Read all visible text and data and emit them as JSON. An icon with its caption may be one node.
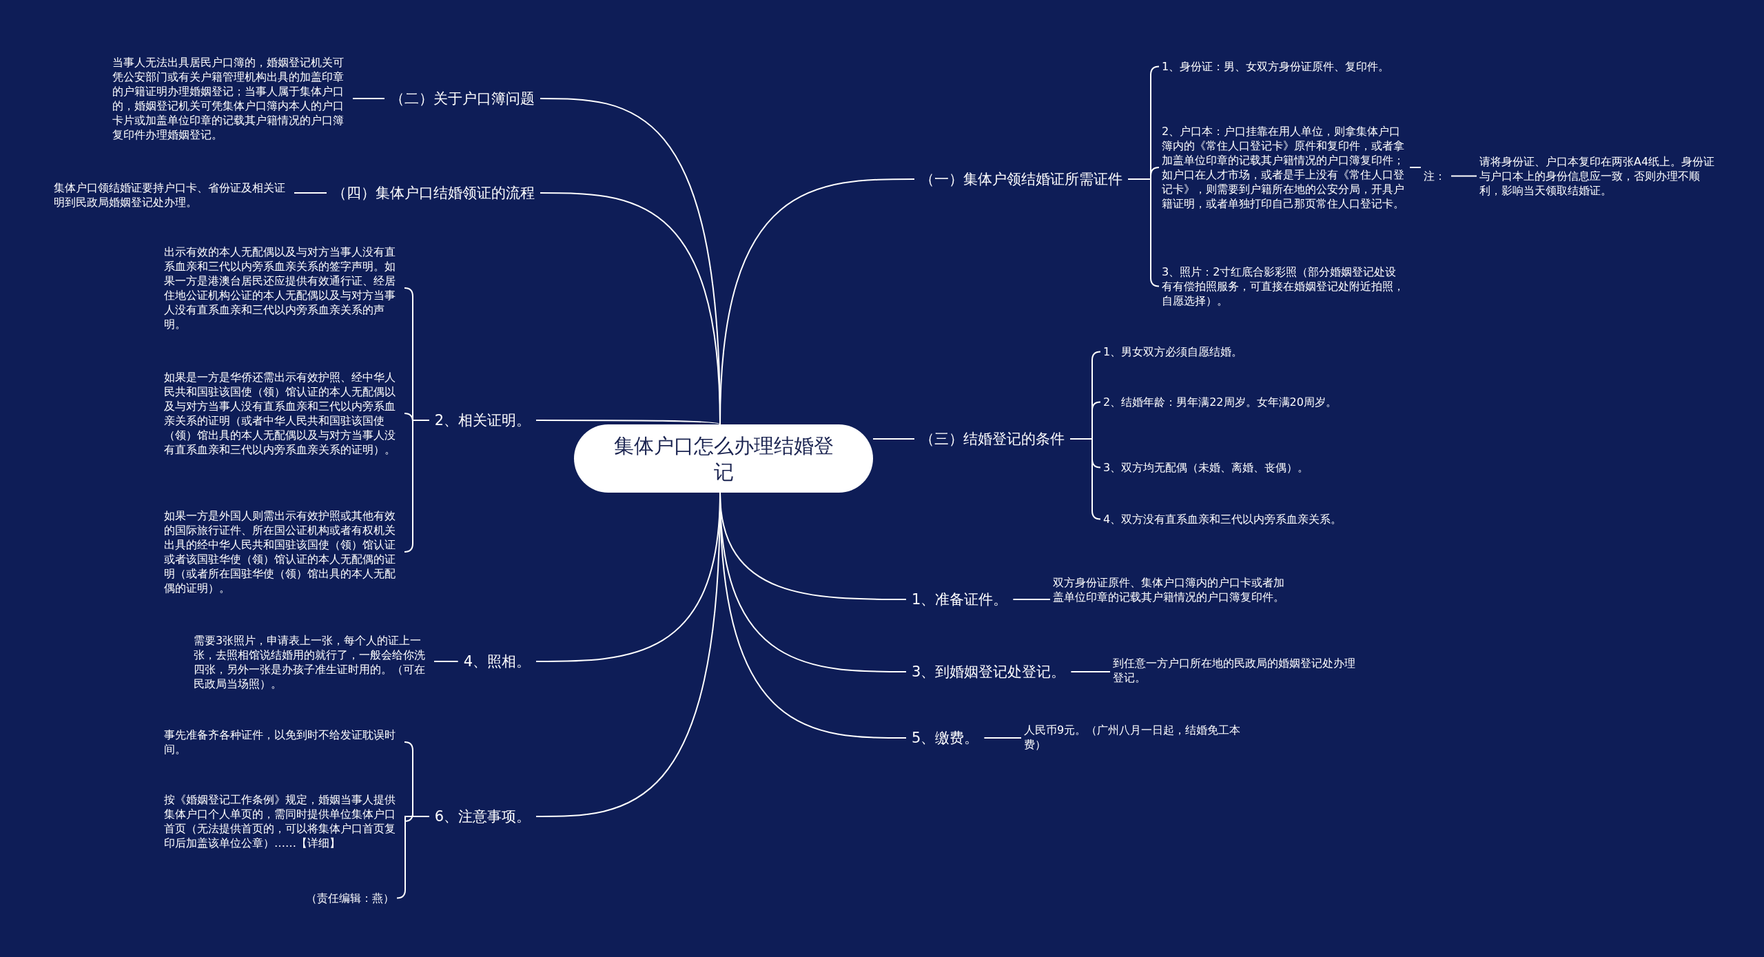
{
  "diagram": {
    "nodes": [
      {
        "text": [
          "集体户口怎么办理结婚登记"
        ]
      },
      {
        "text": [
          "（一）集体户领结婚证所需证件"
        ]
      },
      {
        "text": [
          "1、身份证：男、女双方身份证原件、复印件。"
        ]
      },
      {
        "text": [
          "2、户口本：户口挂靠在用人单位，则拿集体户口簿内的《常住人口登记卡》原件和复印件，或者拿加盖单位印章的记载其户籍情况的户口簿复印件；如户口在人才市场，或者是手上没有《常住人口登记卡》，则需要到户籍所在地的公安分局，开具户籍证明，或者单独打印自己那页常住人口登记卡。"
        ]
      },
      {
        "text": [
          "注："
        ]
      },
      {
        "text": [
          "请将身份证、户口本复印在两张A4纸上。身份证与户口本上的身份信息应一致，否则办理不顺利，影响当天领取结婚证。"
        ]
      },
      {
        "text": [
          "3、照片：2寸红底合影彩照（部分婚姻登记处设有有偿拍照服务，可直接在婚姻登记处附近拍照，自愿选择）。"
        ]
      },
      {
        "text": [
          "（三）结婚登记的条件"
        ]
      },
      {
        "text": [
          "1、男女双方必须自愿结婚。"
        ]
      },
      {
        "text": [
          "2、结婚年龄：男年满22周岁。女年满20周岁。"
        ]
      },
      {
        "text": [
          "3、双方均无配偶（未婚、离婚、丧偶）。"
        ]
      },
      {
        "text": [
          "4、双方没有直系血亲和三代以内旁系血亲关系。"
        ]
      },
      {
        "text": [
          "1、准备证件。"
        ]
      },
      {
        "text": [
          "双方身份证原件、集体户口簿内的户口卡或者加盖单位印章的记载其户籍情况的户口簿复印件。"
        ]
      },
      {
        "text": [
          "3、到婚姻登记处登记。"
        ]
      },
      {
        "text": [
          "到任意一方户口所在地的民政局的婚姻登记处办理登记。"
        ]
      },
      {
        "text": [
          "5、缴费。"
        ]
      },
      {
        "text": [
          "人民币9元。（广州八月一日起，结婚免工本费）"
        ]
      },
      {
        "text": [
          "（二）关于户口簿问题"
        ]
      },
      {
        "text": [
          "当事人无法出具居民户口簿的，婚姻登记机关可凭公安部门或有关户籍管理机构出具的加盖印章的户籍证明办理婚姻登记；当事人属于集体户口的，婚姻登记机关可凭集体户口簿内本人的户口卡片或加盖单位印章的记载其户籍情况的户口簿复印件办理婚姻登记。"
        ]
      },
      {
        "text": [
          "（四）集体户口结婚领证的流程"
        ]
      },
      {
        "text": [
          "集体户口领结婚证要持户口卡、省份证及相关证明到民政局婚姻登记处办理。"
        ]
      },
      {
        "text": [
          "2、相关证明。"
        ]
      },
      {
        "text": [
          "出示有效的本人无配偶以及与对方当事人没有直系血亲和三代以内旁系血亲关系的签字声明。如果一方是港澳台居民还应提供有效通行证、经居住地公证机构公证的本人无配偶以及与对方当事人没有直系血亲和三代以内旁系血亲关系的声明。"
        ]
      },
      {
        "text": [
          "如果是一方是华侨还需出示有效护照、经中华人民共和国驻该国使（领）馆认证的本人无配偶以及与对方当事人没有直系血亲和三代以内旁系血亲关系的证明（或者中华人民共和国驻该国使（领）馆出具的本人无配偶以及与对方当事人没有直系血亲和三代以内旁系血亲关系的证明）。"
        ]
      },
      {
        "text": [
          "如果一方是外国人则需出示有效护照或其他有效的国际旅行证件、所在国公证机构或者有权机关出具的经中华人民共和国驻该国使（领）馆认证或者该国驻华使（领）馆认证的本人无配偶的证明（或者所在国驻华使（领）馆出具的本人无配偶的证明）。"
        ]
      },
      {
        "text": [
          "4、照相。"
        ]
      },
      {
        "text": [
          "需要3张照片，申请表上一张，每个人的证上一张，去照相馆说结婚用的就行了，一般会给你洗四张，另外一张是办孩子准生证时用的。（可在民政局当场照）。"
        ]
      },
      {
        "text": [
          "6、注意事项。"
        ]
      },
      {
        "text": [
          "事先准备齐各种证件，以免到时不给发证耽误时间。"
        ]
      },
      {
        "text": [
          "按《婚姻登记工作条例》规定，婚姻当事人提供集体户口个人单页的，需同时提供单位集体户口首页（无法提供首页的，可以将集体户口首页复印后加盖该单位公章）……【详细】"
        ]
      },
      {
        "text": [
          "（责任编辑：燕）"
        ]
      }
    ],
    "edges": [
      {
        "from": 0,
        "to": 1,
        "arrow": "none"
      },
      {
        "from": 1,
        "to": 2,
        "arrow": "none"
      },
      {
        "from": 1,
        "to": 3,
        "arrow": "none"
      },
      {
        "from": 3,
        "to": 4,
        "arrow": "none"
      },
      {
        "from": 4,
        "to": 5,
        "arrow": "none"
      },
      {
        "from": 1,
        "to": 6,
        "arrow": "none"
      },
      {
        "from": 0,
        "to": 7,
        "arrow": "none"
      },
      {
        "from": 7,
        "to": 8,
        "arrow": "none"
      },
      {
        "from": 7,
        "to": 9,
        "arrow": "none"
      },
      {
        "from": 7,
        "to": 10,
        "arrow": "none"
      },
      {
        "from": 7,
        "to": 11,
        "arrow": "none"
      },
      {
        "from": 0,
        "to": 12,
        "arrow": "none"
      },
      {
        "from": 12,
        "to": 13,
        "arrow": "none"
      },
      {
        "from": 0,
        "to": 14,
        "arrow": "none"
      },
      {
        "from": 14,
        "to": 15,
        "arrow": "none"
      },
      {
        "from": 0,
        "to": 16,
        "arrow": "none"
      },
      {
        "from": 16,
        "to": 17,
        "arrow": "none"
      },
      {
        "from": 0,
        "to": 18,
        "arrow": "none"
      },
      {
        "from": 18,
        "to": 19,
        "arrow": "none"
      },
      {
        "from": 0,
        "to": 20,
        "arrow": "none"
      },
      {
        "from": 20,
        "to": 21,
        "arrow": "none"
      },
      {
        "from": 0,
        "to": 22,
        "arrow": "none"
      },
      {
        "from": 22,
        "to": 23,
        "arrow": "none"
      },
      {
        "from": 22,
        "to": 24,
        "arrow": "none"
      },
      {
        "from": 22,
        "to": 25,
        "arrow": "none"
      },
      {
        "from": 0,
        "to": 26,
        "arrow": "none"
      },
      {
        "from": 26,
        "to": 27,
        "arrow": "none"
      },
      {
        "from": 0,
        "to": 28,
        "arrow": "none"
      },
      {
        "from": 28,
        "to": 29,
        "arrow": "none"
      },
      {
        "from": 28,
        "to": 30,
        "arrow": "none"
      },
      {
        "from": 28,
        "to": 31,
        "arrow": "none"
      }
    ]
  }
}
